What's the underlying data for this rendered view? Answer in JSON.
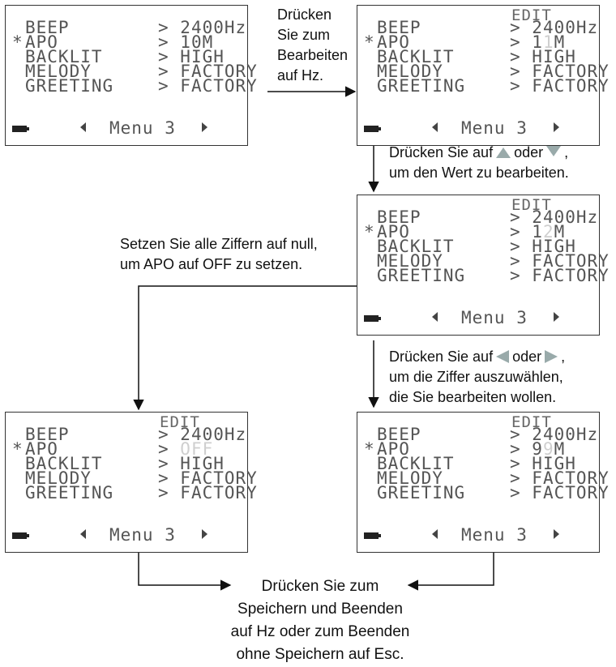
{
  "screens": [
    {
      "edit": "",
      "rows": [
        {
          "star": "",
          "label": "BEEP",
          "value": "2400Hz"
        },
        {
          "star": "*",
          "label": "APO",
          "value": "10M"
        },
        {
          "star": "",
          "label": "BACKLIT",
          "value": "HIGH"
        },
        {
          "star": "",
          "label": "MELODY",
          "value": "FACTORY"
        },
        {
          "star": "",
          "label": "GREETING",
          "value": "FACTORY"
        }
      ],
      "menu": "Menu 3"
    },
    {
      "edit": "EDIT",
      "rows": [
        {
          "star": "",
          "label": "BEEP",
          "value": "2400Hz"
        },
        {
          "star": "*",
          "label": "APO",
          "value": "1",
          "dim": "1",
          "value_after": "M"
        },
        {
          "star": "",
          "label": "BACKLIT",
          "value": "HIGH"
        },
        {
          "star": "",
          "label": "MELODY",
          "value": "FACTORY"
        },
        {
          "star": "",
          "label": "GREETING",
          "value": "FACTORY"
        }
      ],
      "menu": "Menu 3"
    },
    {
      "edit": "EDIT",
      "rows": [
        {
          "star": "",
          "label": "BEEP",
          "value": "2400Hz"
        },
        {
          "star": "*",
          "label": "APO",
          "value": "1",
          "dim": "2",
          "value_after": "M"
        },
        {
          "star": "",
          "label": "BACKLIT",
          "value": "HIGH"
        },
        {
          "star": "",
          "label": "MELODY",
          "value": "FACTORY"
        },
        {
          "star": "",
          "label": "GREETING",
          "value": "FACTORY"
        }
      ],
      "menu": "Menu 3"
    },
    {
      "edit": "EDIT",
      "rows": [
        {
          "star": "",
          "label": "BEEP",
          "value": "2400Hz"
        },
        {
          "star": "*",
          "label": "APO",
          "value": "",
          "dim": "OFF",
          "value_after": ""
        },
        {
          "star": "",
          "label": "BACKLIT",
          "value": "HIGH"
        },
        {
          "star": "",
          "label": "MELODY",
          "value": "FACTORY"
        },
        {
          "star": "",
          "label": "GREETING",
          "value": "FACTORY"
        }
      ],
      "menu": "Menu 3"
    },
    {
      "edit": "EDIT",
      "rows": [
        {
          "star": "",
          "label": "BEEP",
          "value": "2400Hz"
        },
        {
          "star": "*",
          "label": "APO",
          "value": "9",
          "dim": "9",
          "value_after": "M"
        },
        {
          "star": "",
          "label": "BACKLIT",
          "value": "HIGH"
        },
        {
          "star": "",
          "label": "MELODY",
          "value": "FACTORY"
        },
        {
          "star": "",
          "label": "GREETING",
          "value": "FACTORY"
        }
      ],
      "menu": "Menu 3"
    }
  ],
  "notes": {
    "hz": [
      "Drücken",
      "Sie zum",
      "Bearbeiten",
      "auf Hz."
    ],
    "updown": {
      "a": "Drücken Sie auf",
      "or": "oder",
      "comma": ",",
      "b": "um den Wert zu bearbeiten."
    },
    "zero": [
      "Setzen Sie alle Ziffern auf null,",
      "um APO auf OFF zu setzen."
    ],
    "leftright": {
      "a": "Drücken Sie auf",
      "or": "oder",
      "comma": ",",
      "b": "um die Ziffer auszuwählen,",
      "c": "die Sie bearbeiten wollen."
    },
    "save": [
      "Drücken Sie zum",
      "Speichern und Beenden",
      "auf Hz oder zum Beenden",
      "ohne Speichern auf Esc."
    ]
  },
  "icons": [
    "up-arrow-icon",
    "down-arrow-icon",
    "left-arrow-icon",
    "right-arrow-icon",
    "battery-icon"
  ]
}
